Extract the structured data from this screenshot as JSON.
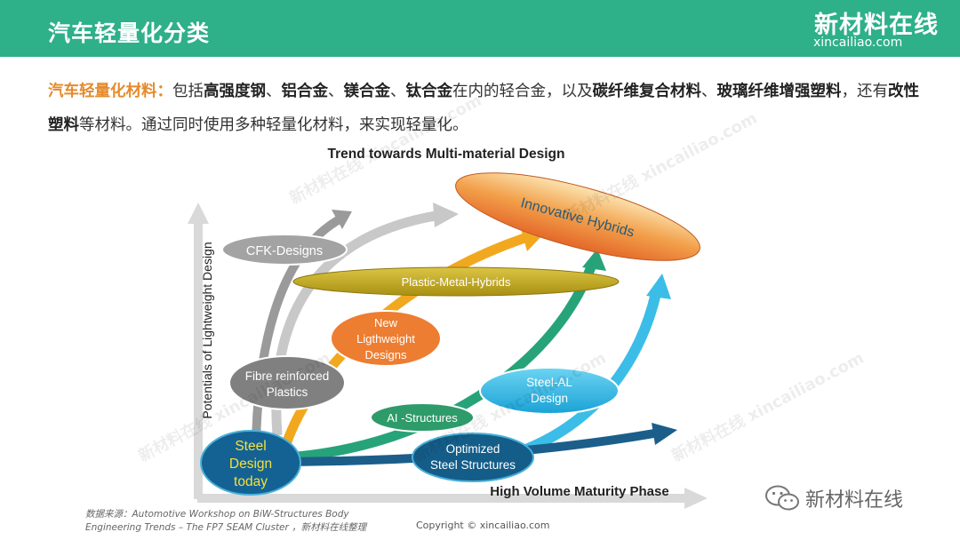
{
  "header": {
    "title": "汽车轻量化分类",
    "logo_cn": "新材料在线",
    "logo_en": "xincailiao.com",
    "bg_color": "#2eb089"
  },
  "intro": {
    "p1": "汽车轻量化材料：",
    "p2": "包括",
    "p3": "高强度钢",
    "p4": "、",
    "p5": "铝合金",
    "p6": "、",
    "p7": "镁合金",
    "p8": "、",
    "p9": "钛合金",
    "p10": "在内的轻合金，以及",
    "p11": "碳纤维复合材料",
    "p12": "、",
    "p13": "玻璃纤维增强塑料",
    "p14": "，还有",
    "p15": "改性塑料",
    "p16": "等材料。通过同时使用多种轻量化材料，来实现轻量化。"
  },
  "diagram": {
    "title": "Trend towards Multi-material Design",
    "y_axis_label": "Potentials of Lightweight Design",
    "x_axis_label": "High Volume Maturity Phase",
    "nodes": {
      "innovative_hybrids": "Innovative Hybrids",
      "cfk_designs": "CFK-Designs",
      "plastic_metal_hybrids": "Plastic-Metal-Hybrids",
      "new_lightweight_1": "New",
      "new_lightweight_2": "Ligthweight",
      "new_lightweight_3": "Designs",
      "fibre_reinforced_1": "Fibre reinforced",
      "fibre_reinforced_2": "Plastics",
      "steel_al_1": "Steel-AL",
      "steel_al_2": "Design",
      "al_structures": "AI -Structures",
      "steel_design_1": "Steel",
      "steel_design_2": "Design",
      "steel_design_3": "today",
      "optimized_1": "Optimized",
      "optimized_2": "Steel Structures"
    },
    "colors": {
      "gray_arrow": "#a0a0a0",
      "light_gray_arrow": "#c4c4c4",
      "orange_arrow": "#f2a81e",
      "green_arrow": "#27a37a",
      "cyan_arrow": "#3bbde8",
      "navy_arrow": "#1c5e8a"
    },
    "watermark": "新材料在线 xincailiao.com"
  },
  "footer": {
    "source_line1": "数据来源：Automotive Workshop on BiW-Structures Body",
    "source_line2": "Engineering Trends – The FP7 SEAM Cluster ，新材料在线整理",
    "copyright": "Copyright © xincailiao.com",
    "wechat_label": "新材料在线"
  }
}
